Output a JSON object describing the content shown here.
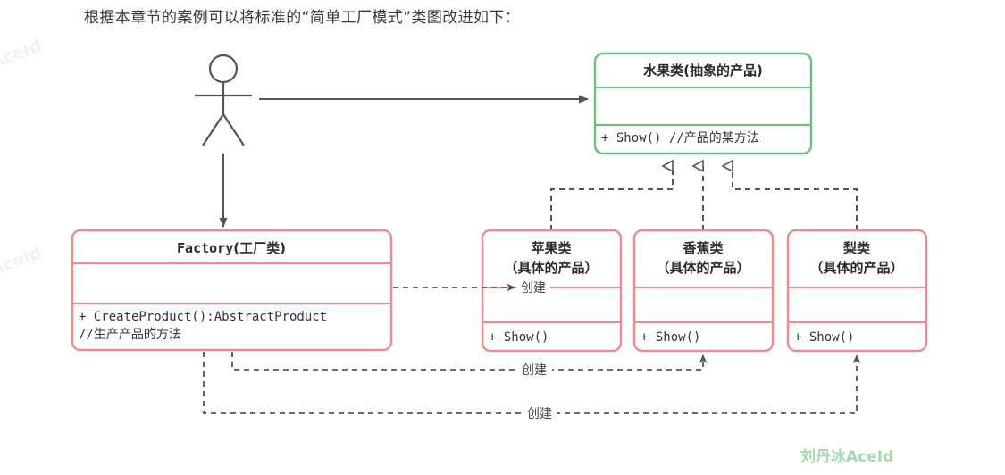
{
  "caption": "根据本章节的案例可以将标准的“简单工厂模式”类图改进如下：",
  "watermarks": {
    "left_a": "AceId",
    "left_b": "AceId",
    "brand": "刘丹冰AceId"
  },
  "colors": {
    "abstract_border": "#6fbe80",
    "concrete_border": "#ec8d8d",
    "connector": "#555555",
    "text": "#2b2b2b",
    "brand": "#a8d8b0",
    "watermark": "#f0f3f0",
    "background": "#ffffff"
  },
  "actor": {
    "name": "actor-stick-figure"
  },
  "classes": {
    "abstract_product": {
      "id": "fruit-abstract",
      "title": "水果类(抽象的产品)",
      "title_lines": [
        "水果类(抽象的产品)"
      ],
      "attributes": [],
      "methods": [
        "+ Show() //产品的某方法"
      ],
      "stereotype": "abstract",
      "border_color": "#6fbe80"
    },
    "factory": {
      "id": "factory",
      "title": "Factory(工厂类)",
      "title_mono": "Factory",
      "title_cn": "(工厂类)",
      "attributes": [],
      "methods": [
        "+ CreateProduct():AbstractProduct",
        "//生产产品的方法"
      ],
      "border_color": "#ec8d8d"
    },
    "concrete_products": [
      {
        "id": "apple",
        "title_lines": [
          "苹果类",
          "（具体的产品）"
        ],
        "attributes": [],
        "methods": [
          "+ Show()"
        ],
        "border_color": "#ec8d8d"
      },
      {
        "id": "banana",
        "title_lines": [
          "香蕉类",
          "（具体的产品）"
        ],
        "attributes": [],
        "methods": [
          "+ Show()"
        ],
        "border_color": "#ec8d8d"
      },
      {
        "id": "pear",
        "title_lines": [
          "梨类",
          "（具体的产品）"
        ],
        "attributes": [],
        "methods": [
          "+ Show()"
        ],
        "border_color": "#ec8d8d"
      }
    ]
  },
  "edges": {
    "actor_to_abstract": {
      "label": "",
      "style": "solid",
      "arrow": "filled"
    },
    "create_apple": {
      "label": "创建",
      "style": "dashed",
      "arrow": "open"
    },
    "create_banana": {
      "label": "创建",
      "style": "dashed",
      "arrow": "open"
    },
    "create_pear": {
      "label": "创建",
      "style": "dashed",
      "arrow": "open"
    },
    "realize_apple": {
      "label": "",
      "style": "dashed",
      "arrow": "hollow-triangle"
    },
    "realize_banana": {
      "label": "",
      "style": "dashed",
      "arrow": "hollow-triangle"
    },
    "realize_pear": {
      "label": "",
      "style": "dashed",
      "arrow": "hollow-triangle"
    }
  }
}
